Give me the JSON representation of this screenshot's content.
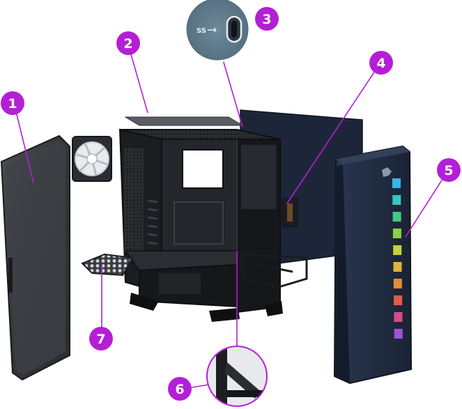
{
  "colors": {
    "background": "#ffffff",
    "callout": "#b41fd6",
    "leader": "#b41fd6",
    "chassis": "#15171b",
    "panel_navy": "#1f2a3e",
    "panel_navy_dark": "#172132",
    "glass": "#3a3d42",
    "dust_filter": "#55595f",
    "usb_plate": "#5f7a8a"
  },
  "callouts": [
    {
      "id": "1",
      "label": "1",
      "part": "side-glass-panel"
    },
    {
      "id": "2",
      "label": "2",
      "part": "top-dust-filter"
    },
    {
      "id": "3",
      "label": "3",
      "part": "front-io-usb-c"
    },
    {
      "id": "4",
      "label": "4",
      "part": "vertical-gpu-bracket"
    },
    {
      "id": "5",
      "label": "5",
      "part": "front-panel"
    },
    {
      "id": "6",
      "label": "6",
      "part": "gpu-support-bracket"
    },
    {
      "id": "7",
      "label": "7",
      "part": "psu-shroud-filter"
    }
  ],
  "usb_detail": {
    "icon": "usb-superspeed-icon"
  },
  "rgb_strip_colors": [
    "#3bb3e8",
    "#35c7c0",
    "#44c983",
    "#8bcf4a",
    "#c5d13e",
    "#e0b43a",
    "#e68a3c",
    "#e55a4a",
    "#d94a8a",
    "#9b55d6"
  ],
  "logo": {
    "icon": "dragon-logo-icon"
  }
}
